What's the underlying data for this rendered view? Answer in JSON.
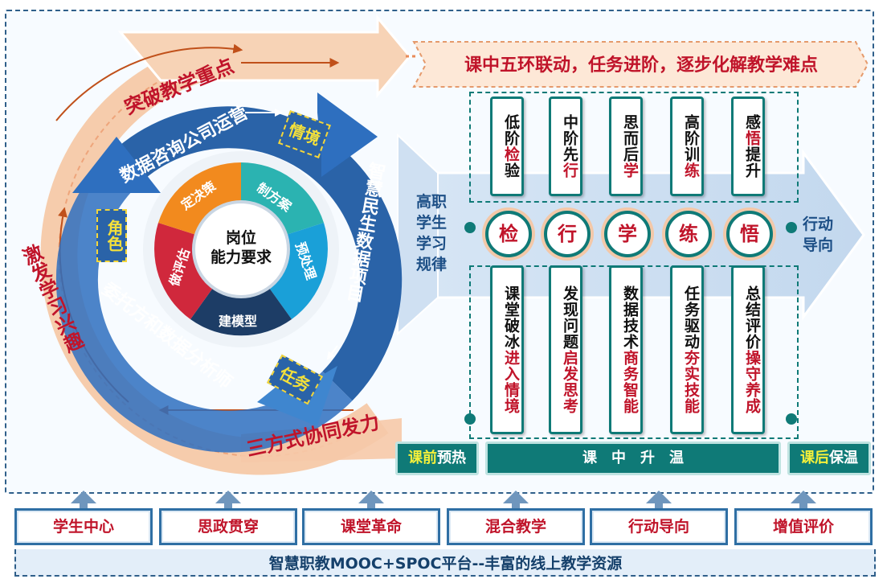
{
  "top_goal": "课中五环联动，任务进阶，逐步化解教学难点",
  "outer_ring": {
    "top_text": "突破教学重点",
    "left_text": "激发学习兴趣",
    "bottom_text": "三方式协同发力"
  },
  "blue_ring": {
    "top_text": "数据咨询公司运营",
    "right_text": "智慧民生数据项目",
    "bottom_text": "委托方和数据分析师",
    "tag_situation": "情境",
    "tag_role": "角色",
    "tag_task": "任务"
  },
  "center": {
    "line1": "岗位",
    "line2": "能力要求",
    "segments": [
      "定决策",
      "制方案",
      "预处理",
      "建模型",
      "做评估"
    ]
  },
  "middle_arrow_left": "高职学生学习规律",
  "middle_arrow_right": "行动导向",
  "stages": [
    {
      "top": [
        "低",
        "阶",
        "检",
        "验"
      ],
      "top_red": [
        2
      ],
      "node": "检",
      "bottom": [
        "课",
        "堂",
        "破",
        "冰",
        "进",
        "入",
        "情",
        "境"
      ],
      "bottom_red": [
        4,
        5,
        6,
        7
      ]
    },
    {
      "top": [
        "中",
        "阶",
        "先",
        "行"
      ],
      "top_red": [
        3
      ],
      "node": "行",
      "bottom": [
        "发",
        "现",
        "问",
        "题",
        "启",
        "发",
        "思",
        "考"
      ],
      "bottom_red": [
        4,
        5,
        6,
        7
      ]
    },
    {
      "top": [
        "思",
        "而",
        "后",
        "学"
      ],
      "top_red": [
        3
      ],
      "node": "学",
      "bottom": [
        "数",
        "据",
        "技",
        "术",
        "商",
        "务",
        "智",
        "能"
      ],
      "bottom_red": [
        4,
        5,
        6,
        7
      ]
    },
    {
      "top": [
        "高",
        "阶",
        "训",
        "练"
      ],
      "top_red": [
        3
      ],
      "node": "练",
      "bottom": [
        "任",
        "务",
        "驱",
        "动",
        "夯",
        "实",
        "技",
        "能"
      ],
      "bottom_red": [
        4,
        5,
        6,
        7
      ]
    },
    {
      "top": [
        "感",
        "悟",
        "提",
        "升"
      ],
      "top_red": [
        1
      ],
      "node": "悟",
      "bottom": [
        "总",
        "结",
        "评",
        "价",
        "操",
        "守",
        "养",
        "成"
      ],
      "bottom_red": [
        4,
        5,
        6,
        7
      ]
    }
  ],
  "phases": {
    "pre_a": "课前",
    "pre_b": "预热",
    "mid": "课　中　升　温",
    "post_a": "课后",
    "post_b": "保温"
  },
  "pillars": [
    "学生中心",
    "思政贯穿",
    "课堂革命",
    "混合教学",
    "行动导向",
    "增值评价"
  ],
  "platform": "智慧职教MOOC+SPOC平台--丰富的线上教学资源",
  "colors": {
    "teal": "#0f7a77",
    "red": "#c0142a",
    "orange_ring": "#f6c9a8",
    "blue_ring": "#2a63a8",
    "orange_seg": "#f28a1e",
    "teal_seg": "#2bb3b1",
    "cyan_seg": "#1aa0d8",
    "navy_seg": "#1d3d66",
    "red_seg": "#d0283c"
  }
}
